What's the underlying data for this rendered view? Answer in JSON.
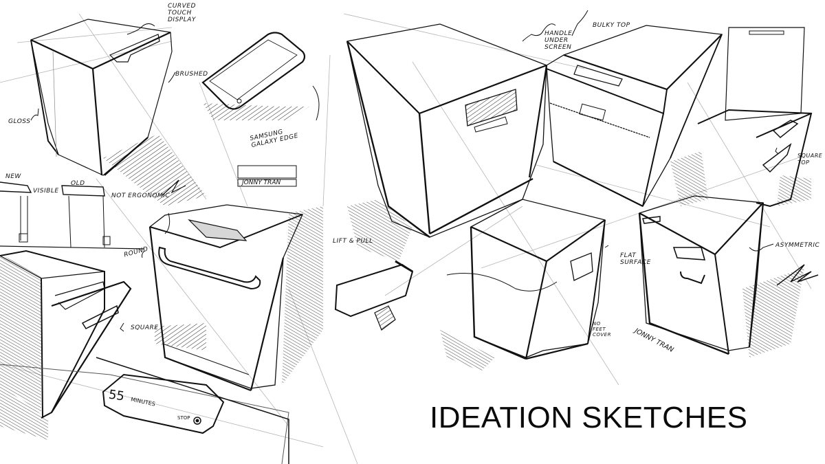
{
  "title": "IDEATION SKETCHES",
  "annotations": {
    "curved_touch_display": "CURVED\nTOUCH\nDISPLAY",
    "gloss": "GLOSS",
    "brushed": "BRUSHED",
    "samsung_galaxy_edge": "SAMSUNG\nGALAXY EDGE",
    "new": "NEW",
    "visible": "VISIBLE",
    "old": "OLD",
    "not_ergonomic": "NOT ERGONOMIC",
    "round": "ROUND",
    "square": "SQUARE",
    "handle_under_screen": "HANDLE\nUNDER\nSCREEN",
    "bulky_top": "BULKY TOP",
    "square_top": "SQUARE\nTOP",
    "lift_and_pull": "LIFT & PULL",
    "flat_surface": "FLAT\nSURFACE",
    "no_feet_cover": "NO\nFEET\nCOVER",
    "asymmetric": "ASYMMETRIC"
  },
  "display_panel": {
    "time_value": "55",
    "time_unit": "MINUTES",
    "stop_label": "STOP"
  },
  "signatures": {
    "name_box": "JONNY TRAN",
    "name_lower": "JONNY TRAN"
  },
  "colors": {
    "ink": "#111111",
    "paper": "#ffffff",
    "pencil": "#9a9a9a"
  }
}
